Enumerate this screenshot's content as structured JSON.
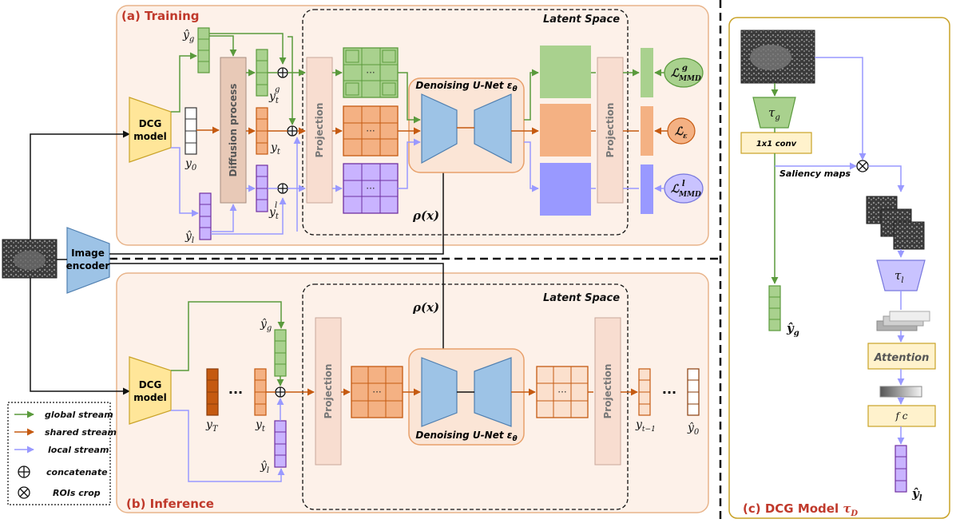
{
  "sections": {
    "training": "(a) Training",
    "inference": "(b) Inference",
    "dcg_model": "(c) DCG Model ",
    "dcg_model_sym": "τ",
    "dcg_model_sub": "D"
  },
  "latent_space": "Latent Space",
  "latent_space_2": "Latent Space",
  "blocks": {
    "dcg": "DCG",
    "model": "model",
    "dcg2": "DCG",
    "model2": "model",
    "image": "Image",
    "encoder": "encoder",
    "diffusion_process": "Diffusion process",
    "projection": "Projection",
    "denoising": "Denoising U-Net ε",
    "denoising_sub": "θ",
    "denoising2": "Denoising U-Net ε",
    "denoising2_sub": "θ",
    "conv": "1x1 conv",
    "attention": "Attention",
    "fc": "f c",
    "saliency": "Saliency maps"
  },
  "math": {
    "rho": "ρ(x)",
    "rho2": "ρ(x)",
    "yg_hat": "ŷ",
    "yg_hat_sub": "g",
    "yl_hat": "ŷ",
    "yl_hat_sub": "l",
    "y0": "y",
    "y0_sub": "0",
    "yt": "y",
    "yt_sub": "t",
    "ytg": "y",
    "ytg_sub": "t",
    "ytg_sup": "g",
    "ytl": "y",
    "ytl_sub": "t",
    "ytl_sup": "l",
    "yT": "y",
    "yT_sub": "T",
    "yt2": "y",
    "yt2_sub": "t",
    "ytm1": "y",
    "ytm1_sub": "t−1",
    "y0hat": "ŷ",
    "y0hat_sub": "0",
    "yg_hat2": "ŷ",
    "yg_hat2_sub": "g",
    "yl_hat2": "ŷ",
    "yl_hat2_sub": "l",
    "yg_hat3": "ŷ",
    "yg_hat3_sub": "g",
    "yl_hat3": "ŷ",
    "yl_hat3_sub": "l",
    "tau_g": "τ",
    "tau_g_sub": "g",
    "tau_l": "τ",
    "tau_l_sub": "l",
    "ellipsis": "···"
  },
  "losses": {
    "mmd_g": "ℒ",
    "mmd_g_sup": "g",
    "mmd_g_sub": "MMD",
    "eps": "ℒ",
    "eps_sub": "ε",
    "mmd_l": "ℒ",
    "mmd_l_sup": "l",
    "mmd_l_sub": "MMD"
  },
  "legend": {
    "global": "global stream",
    "shared": "shared stream",
    "local": "local stream",
    "concat": "concatenate",
    "roi": "ROIs crop"
  },
  "colors": {
    "green": "#5a9a3c",
    "green_fill": "#a9d18e",
    "orange": "#c55a11",
    "orange_fill": "#f4b183",
    "purple": "#9999ff",
    "purple_dark": "#7030a0",
    "purple_fill": "#c9b3ff",
    "blue": "#9dc3e6",
    "panel": "#fdf1e9",
    "panel_border": "#e8b48a",
    "proj": "#f8ddd0",
    "dcg": "#ffe699",
    "yellow_box": "#fff2cc",
    "yellow_border": "#c9a227",
    "red_title": "#c0392b"
  }
}
